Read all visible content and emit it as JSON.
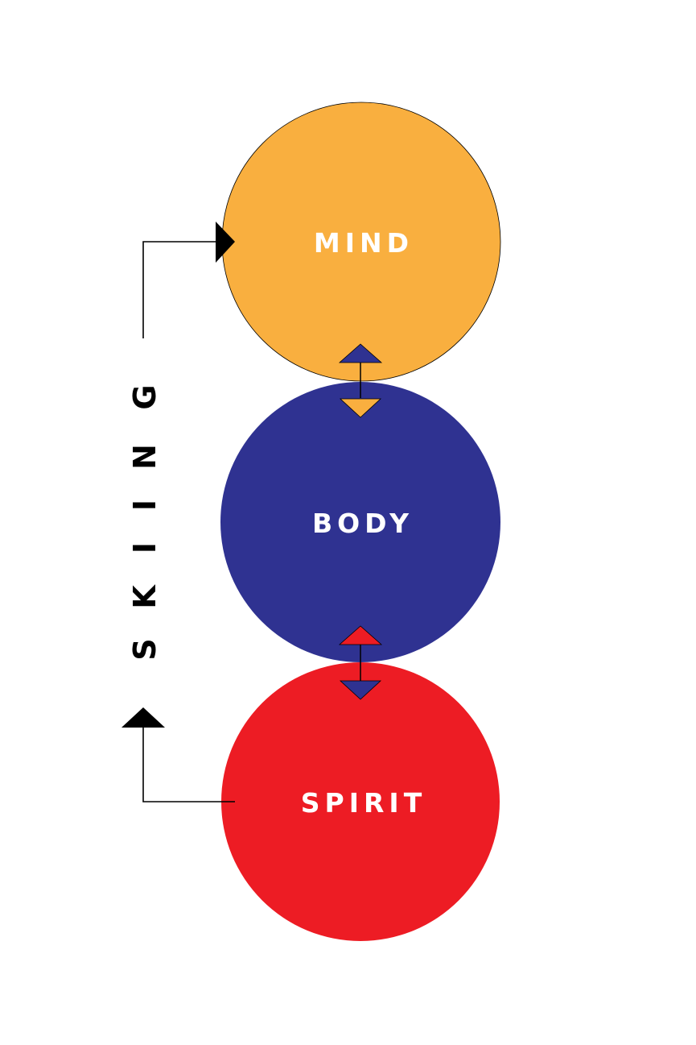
{
  "colors": {
    "mind": "#F9AF3F",
    "body": "#2F3291",
    "spirit": "#ED1C24",
    "stroke": "#000000",
    "label": "#FFFFFF"
  },
  "circles": {
    "mind": {
      "label": "MIND"
    },
    "body": {
      "label": "BODY"
    },
    "spirit": {
      "label": "SPIRIT"
    }
  },
  "side_label": {
    "text": "SKIING",
    "letters": [
      "S",
      "K",
      "I",
      "I",
      "N",
      "G"
    ]
  }
}
